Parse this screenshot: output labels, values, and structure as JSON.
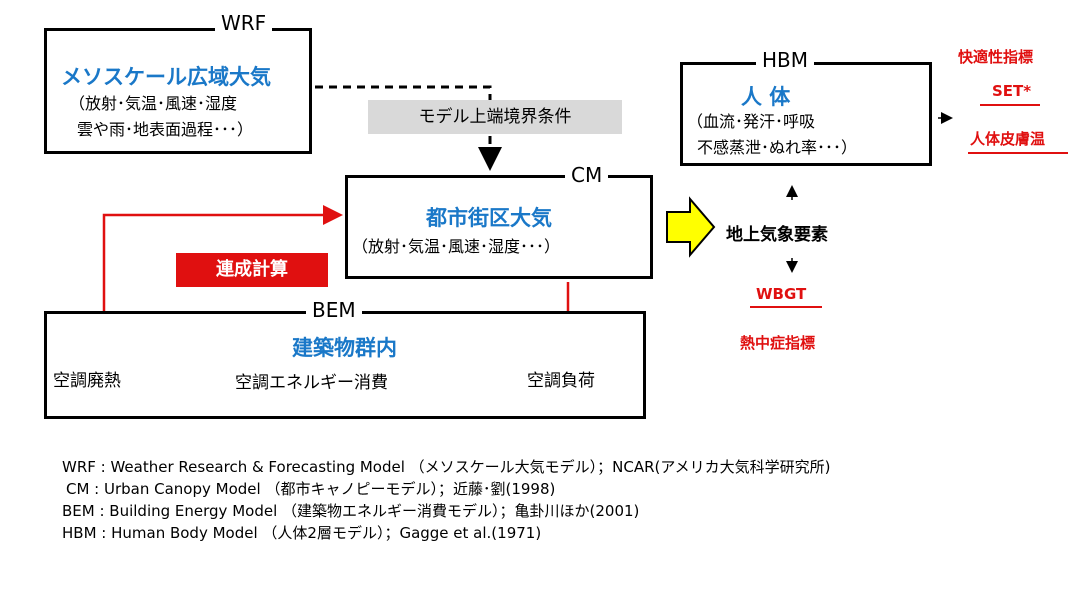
{
  "wrf": {
    "tag": "WRF",
    "title": "メソスケール広域大気",
    "line1": "（放射･気温･風速･湿度",
    "line2": "雲や雨･地表面過程･･･）"
  },
  "boundary_label": "モデル上端境界条件",
  "cm": {
    "tag": "CM",
    "title": "都市街区大気",
    "line1": "（放射･気温･風速･湿度･･･）"
  },
  "coupling_label": "連成計算",
  "bem": {
    "tag": "BEM",
    "title": "建築物群内",
    "left": "空調廃熱",
    "middle": "空調エネルギー消費",
    "right": "空調負荷"
  },
  "hbm": {
    "tag": "HBM",
    "title": "人 体",
    "line1": "（血流･発汗･呼吸",
    "line2": "不感蒸泄･ぬれ率･･･）"
  },
  "ground_label": "地上気象要素",
  "comfort": {
    "header": "快適性指標",
    "item1": "SET*",
    "item2": "人体皮膚温"
  },
  "heat": {
    "item": "WBGT",
    "header": "熱中症指標"
  },
  "legend": [
    "WRF :  Weather Research & Forecasting Model （メソスケール大気モデル）；NCAR(アメリカ大気科学研究所)",
    "CM :  Urban Canopy Model （都市キャノピーモデル）；近藤･劉(1998)",
    "BEM :  Building Energy Model （建築物エネルギー消費モデル）；亀卦川ほか(2001)",
    "HBM :  Human Body Model （人体2層モデル）；Gagge et al.(1971)"
  ],
  "colors": {
    "title_blue": "#1a78c8",
    "accent_red": "#e01010",
    "arrow_yellow": "#ffff00",
    "label_gray": "#d9d9d9"
  }
}
